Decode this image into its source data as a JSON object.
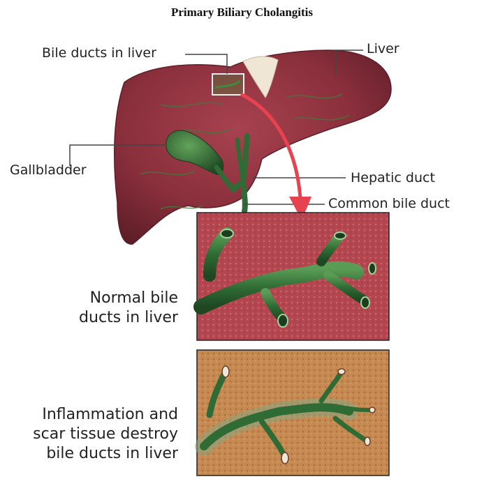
{
  "title": "Primary Biliary Cholangitis",
  "labels": {
    "bile_ducts_in_liver": "Bile ducts in liver",
    "liver": "Liver",
    "gallbladder": "Gallbladder",
    "hepatic_duct": "Hepatic duct",
    "common_bile_duct": "Common bile duct"
  },
  "panels": {
    "normal": {
      "lines": [
        "Normal bile",
        "ducts in liver"
      ]
    },
    "damaged": {
      "lines": [
        "Inflammation and",
        "scar tissue destroy",
        "bile ducts in liver"
      ]
    }
  },
  "colors": {
    "liver": "#8a2f3c",
    "duct_green": "#2f6b34",
    "arrow": "#e8424f",
    "panel_normal_bg": "#b84a52",
    "panel_damaged_bg": "#c9884e"
  }
}
